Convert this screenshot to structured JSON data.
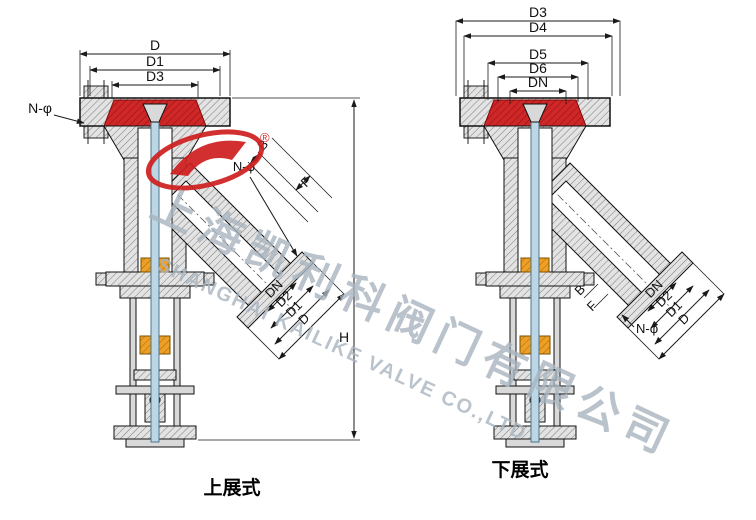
{
  "watermark": {
    "cn": "上海凯利科阀门有限公司",
    "en": "SHANGHAI KAILIKE VALVE CO.,LTD"
  },
  "logo": {
    "registered": "®"
  },
  "left_valve": {
    "caption": "上展式",
    "top_dims": [
      "D",
      "D1",
      "D3"
    ],
    "bolt_callout_top": "N-φ",
    "bolt_callout_outlet": "N-φ",
    "thickness_dim": "B",
    "face_dim": "F",
    "outlet_dims": [
      "DN",
      "D2",
      "D1",
      "D"
    ],
    "height_dim": "H"
  },
  "right_valve": {
    "caption": "下展式",
    "top_dims": [
      "D3",
      "D4",
      "D5",
      "D6",
      "DN"
    ],
    "bolt_callout_outlet": "N-φ",
    "thickness_dim": "B",
    "face_dim": "F",
    "outlet_dims": [
      "DN",
      "D2",
      "D1",
      "D"
    ]
  },
  "colors": {
    "seat_red": "#cf2727",
    "gland_orange": "#eda025",
    "stem_blue": "#bcd6e6",
    "metal_gray": "#e3e3e3",
    "watermark_gray": "#a9b5c0",
    "logo_red": "#cf1f1f"
  }
}
